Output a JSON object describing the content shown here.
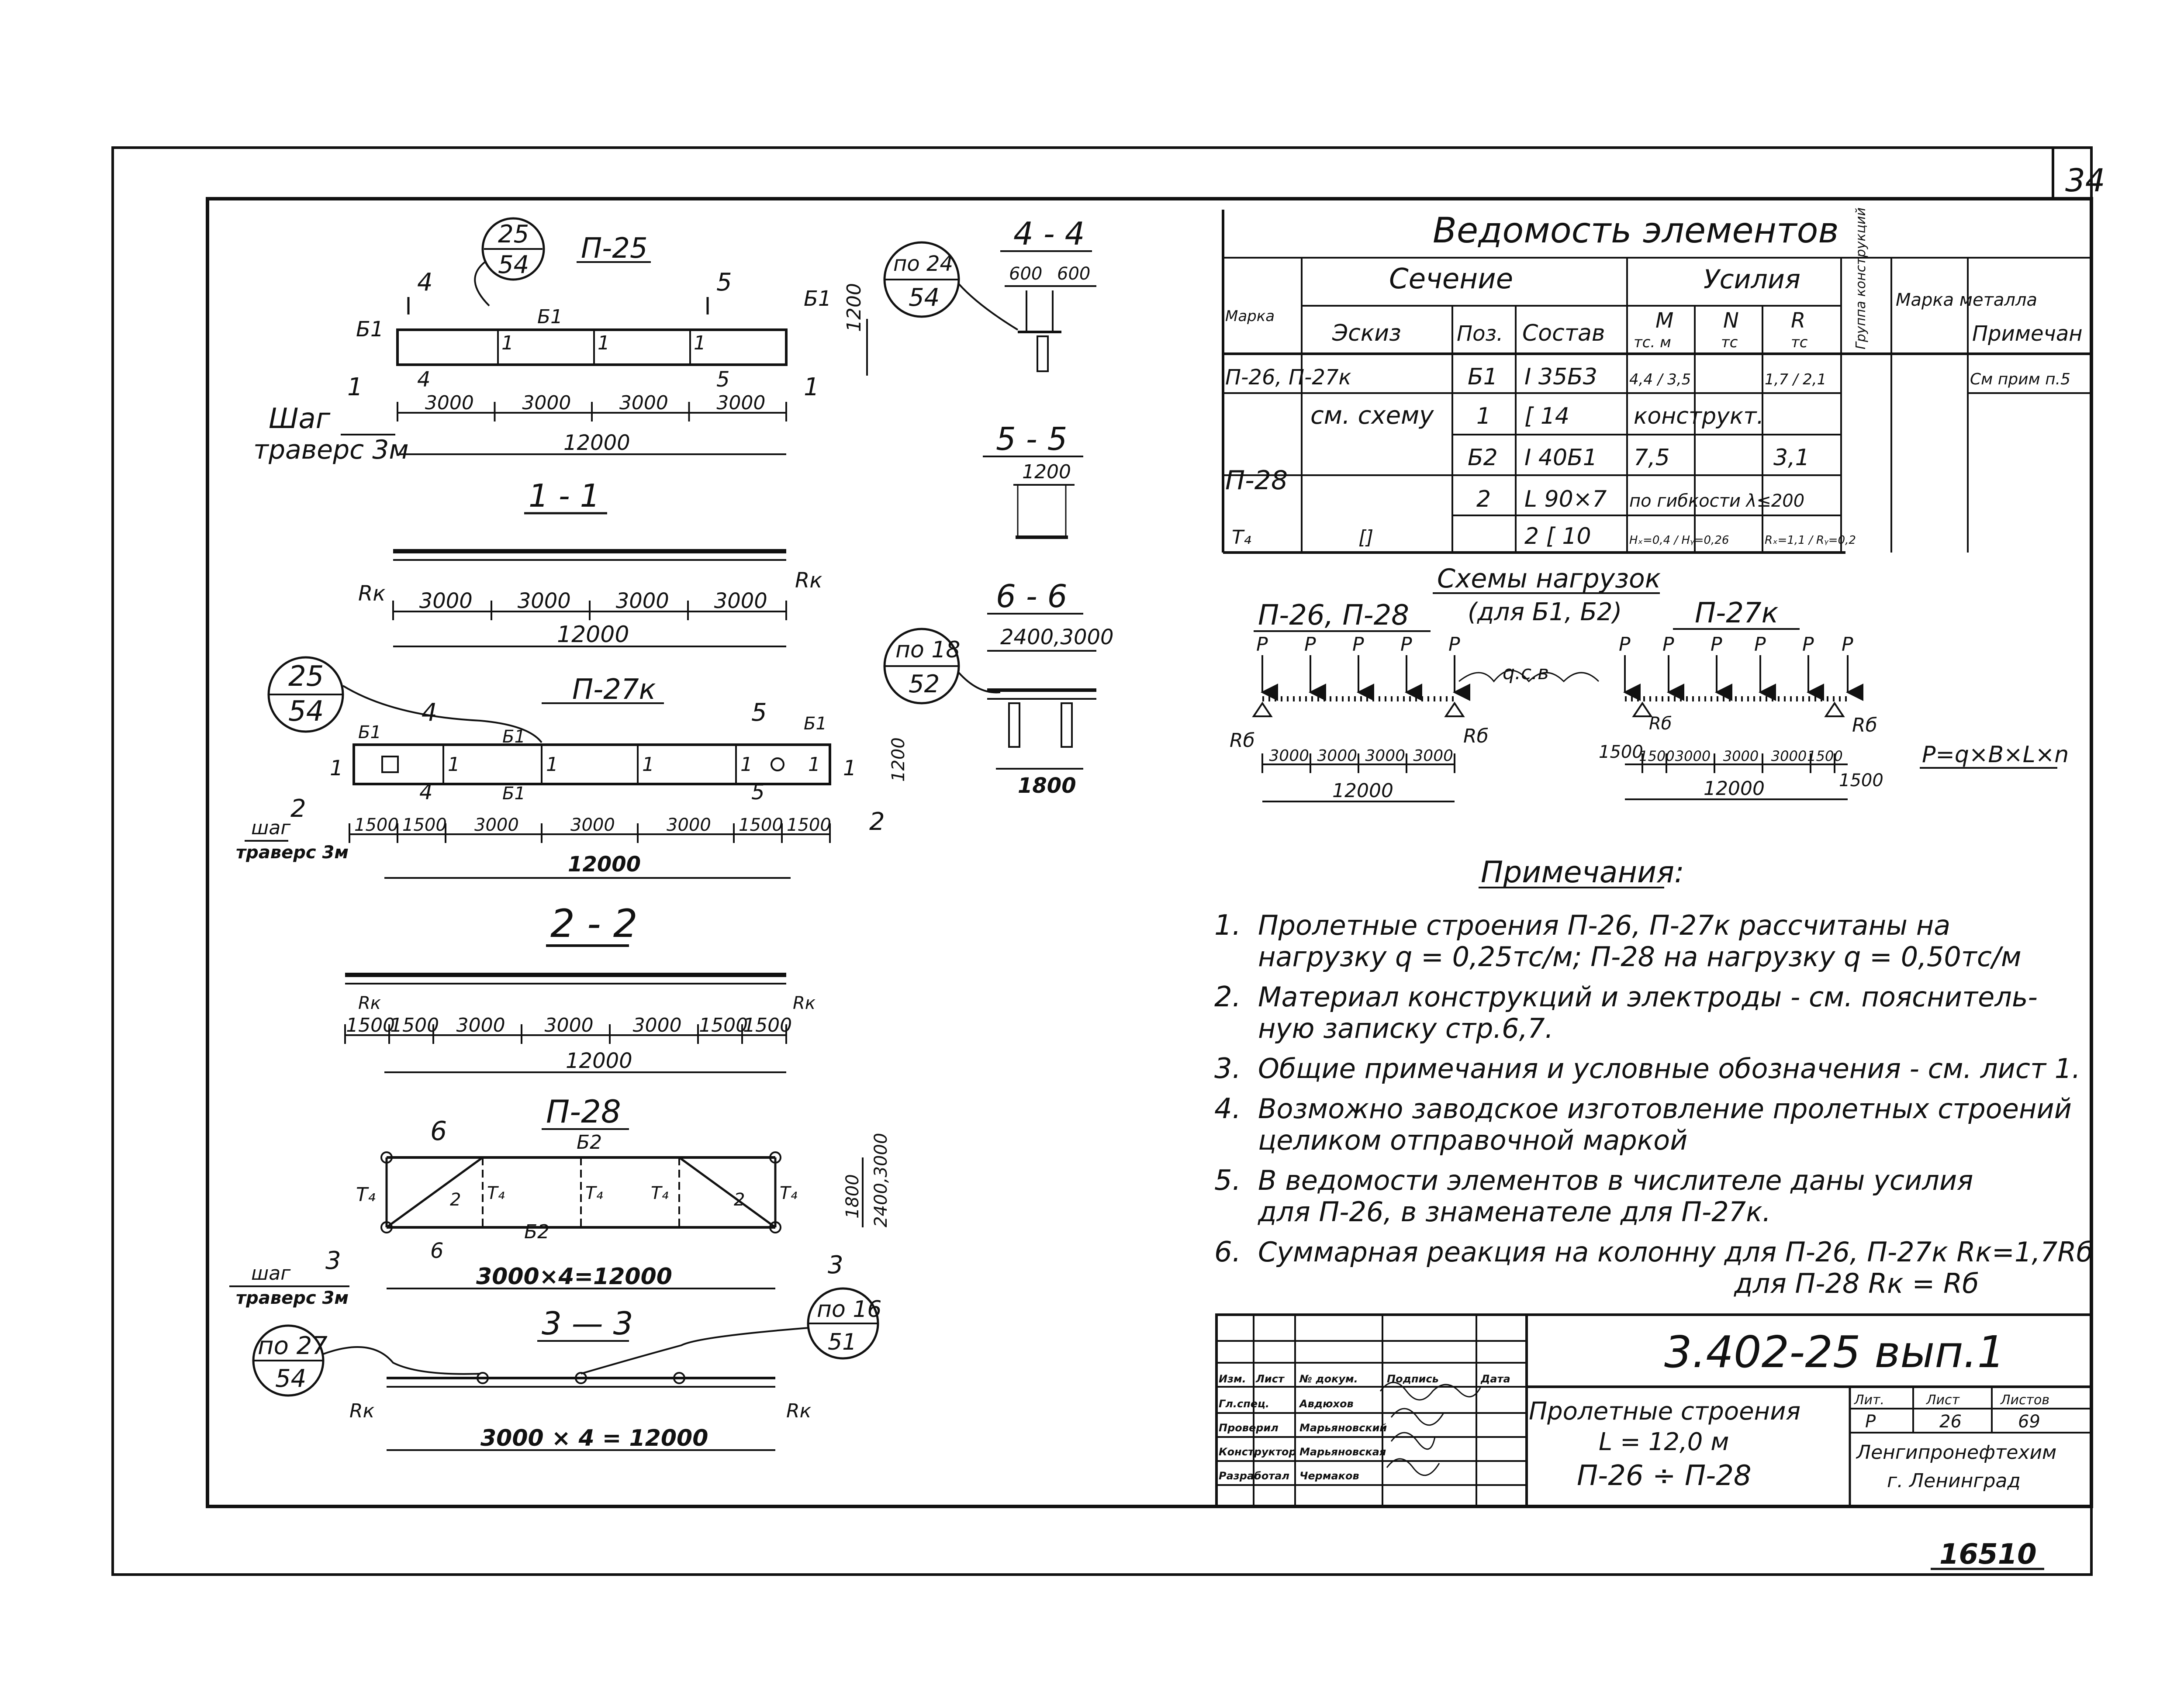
{
  "sheet": {
    "sheet_number": "34",
    "doc_code": "3.402-25 вып.1",
    "stamp_number": "16510"
  },
  "drawings": {
    "p25": {
      "title": "П-25",
      "callout_top": "25",
      "callout_bottom": "54",
      "cut4": "4",
      "cut5": "5",
      "cut1": "1",
      "beam_b1": "Б1",
      "member_1": "1",
      "step_a": "Шаг",
      "step_b": "траверс 3м",
      "spans": [
        "3000",
        "3000",
        "3000",
        "3000"
      ],
      "total": "12000",
      "height": "1200"
    },
    "sec11": {
      "title": "1 - 1",
      "reaction": "Rк",
      "spans": [
        "3000",
        "3000",
        "3000",
        "3000"
      ],
      "total": "12000"
    },
    "p27k": {
      "title": "П-27к",
      "callout_top": "25",
      "callout_bottom": "54",
      "cut4": "4",
      "cut5": "5",
      "cut2": "2",
      "beam_b1": "Б1",
      "member_1": "1",
      "step_a": "шаг",
      "step_b": "траверс 3м",
      "spans": [
        "1500",
        "1500",
        "3000",
        "3000",
        "3000",
        "1500",
        "1500"
      ],
      "total": "12000",
      "height": "1200"
    },
    "sec22": {
      "title": "2 - 2",
      "reaction": "Rк",
      "spans": [
        "1500",
        "1500",
        "3000",
        "3000",
        "3000",
        "1500",
        "1500"
      ],
      "total": "12000"
    },
    "p28": {
      "title": "П-28",
      "cut6": "6",
      "cut3": "3",
      "beam_b2": "Б2",
      "member_2": "2",
      "tie": "T₄",
      "step_a": "шаг",
      "step_b": "траверс 3м",
      "total": "3000×4=12000",
      "dims_v": [
        "1800",
        "2400,3000"
      ]
    },
    "sec33": {
      "title": "3 — 3",
      "callout_left_top": "по 27",
      "callout_left_bottom": "54",
      "callout_right_top": "по 16",
      "callout_right_bottom": "51",
      "reaction": "Rк",
      "total": "3000 × 4 = 12000"
    },
    "sec44": {
      "title": "4 - 4",
      "callout_top": "по 24",
      "callout_bottom": "54",
      "dims": [
        "600",
        "600"
      ]
    },
    "sec55": {
      "title": "5 - 5",
      "dim": "1200"
    },
    "sec66": {
      "title": "6 - 6",
      "callout_top": "по 18",
      "callout_bottom": "52",
      "dims_top": "2400,3000",
      "dim_bottom": "1800"
    }
  },
  "schedule": {
    "title": "Ведомость элементов",
    "headers": {
      "mark": "Марка",
      "section": "Сечение",
      "sketch": "Эскиз",
      "pos": "Поз.",
      "composition": "Состав",
      "forces": "Усилия",
      "m": "M",
      "m_unit": "тс. м",
      "n": "N",
      "n_unit": "тс",
      "r": "R",
      "r_unit": "тс",
      "group": "Группа конструкций",
      "steel": "Марка металла",
      "note": "Примечан"
    },
    "rows": [
      {
        "mark": "П-26, П-27к",
        "sketch": "см. схему",
        "pos": "Б1",
        "comp": "I 35Б3",
        "m": "4,4 / 3,5",
        "n": "",
        "r": "1,7 / 2,1",
        "note": "См прим п.5"
      },
      {
        "mark": "",
        "sketch": "",
        "pos": "1",
        "comp": "[ 14",
        "m": "конструкт.",
        "n": "",
        "r": "",
        "note": ""
      },
      {
        "mark": "П-28",
        "sketch": "",
        "pos": "Б2",
        "comp": "I 40Б1",
        "m": "7,5",
        "n": "",
        "r": "3,1",
        "note": ""
      },
      {
        "mark": "",
        "sketch": "",
        "pos": "2",
        "comp": "L 90×7",
        "m": "по гибкости λ≤200",
        "n": "",
        "r": "",
        "note": ""
      },
      {
        "mark": "T₄",
        "sketch": "[]",
        "pos": "",
        "comp": "2 [ 10",
        "m": "Hₓ=0,4 / Hᵧ=0,26",
        "n": "",
        "r": "Rₓ=1,1 / Rᵧ=0,2",
        "note": ""
      }
    ]
  },
  "load_schemes": {
    "title": "Схемы нагрузок",
    "subtitle": "(для Б1, Б2)",
    "left_label": "П-26, П-28",
    "right_label": "П-27к",
    "load": "P",
    "distributed": "q.c.в",
    "reaction": "Rб",
    "left_spans": [
      "3000",
      "3000",
      "3000",
      "3000"
    ],
    "left_total": "12000",
    "right_spans": [
      "1500",
      "1500",
      "3000",
      "3000",
      "3000",
      "1500"
    ],
    "right_total": "12000",
    "right_end": "1500",
    "formula": "P=q×B×L×n"
  },
  "notes": {
    "title": "Примечания:",
    "items": [
      {
        "num": "1.",
        "lines": [
          "Пролетные строения П-26, П-27к рассчитаны на",
          "нагрузку q = 0,25тс/м; П-28 на нагрузку q = 0,50тс/м"
        ]
      },
      {
        "num": "2.",
        "lines": [
          "Материал конструкций и электроды - см. пояснитель-",
          "ную записку стр.6,7."
        ]
      },
      {
        "num": "3.",
        "lines": [
          "Общие примечания и условные обозначения - см. лист 1."
        ]
      },
      {
        "num": "4.",
        "lines": [
          "Возможно заводское изготовление пролетных строений",
          "целиком отправочной маркой"
        ]
      },
      {
        "num": "5.",
        "lines": [
          "В ведомости элементов в числителе даны усилия",
          "для П-26, в знаменателе для П-27к."
        ]
      },
      {
        "num": "6.",
        "lines": [
          "Суммарная реакция на колонну для П-26, П-27к Rк=1,7Rб",
          "для П-28        Rк = Rб"
        ]
      }
    ]
  },
  "title_block": {
    "code": "3.402-25 вып.1",
    "name_lines": [
      "Пролетные строения",
      "L = 12,0 м",
      "П-26 ÷ П-28"
    ],
    "org_lines": [
      "Ленгипронефтехим",
      "г. Ленинград"
    ],
    "col_headers": [
      "Изм.",
      "Лист",
      "№ докум.",
      "Подпись",
      "Дата"
    ],
    "roles": [
      "Гл.спец.",
      "Проверил",
      "Конструктор",
      "Разработал"
    ],
    "names": [
      "Авдюхов",
      "Марьяновский",
      "Марьяновская",
      "Чермаков"
    ],
    "stage_label": "Лит.",
    "sheet_label": "Лист",
    "sheets_label": "Листов",
    "stage": "Р",
    "sheet": "26",
    "sheets": "69"
  }
}
